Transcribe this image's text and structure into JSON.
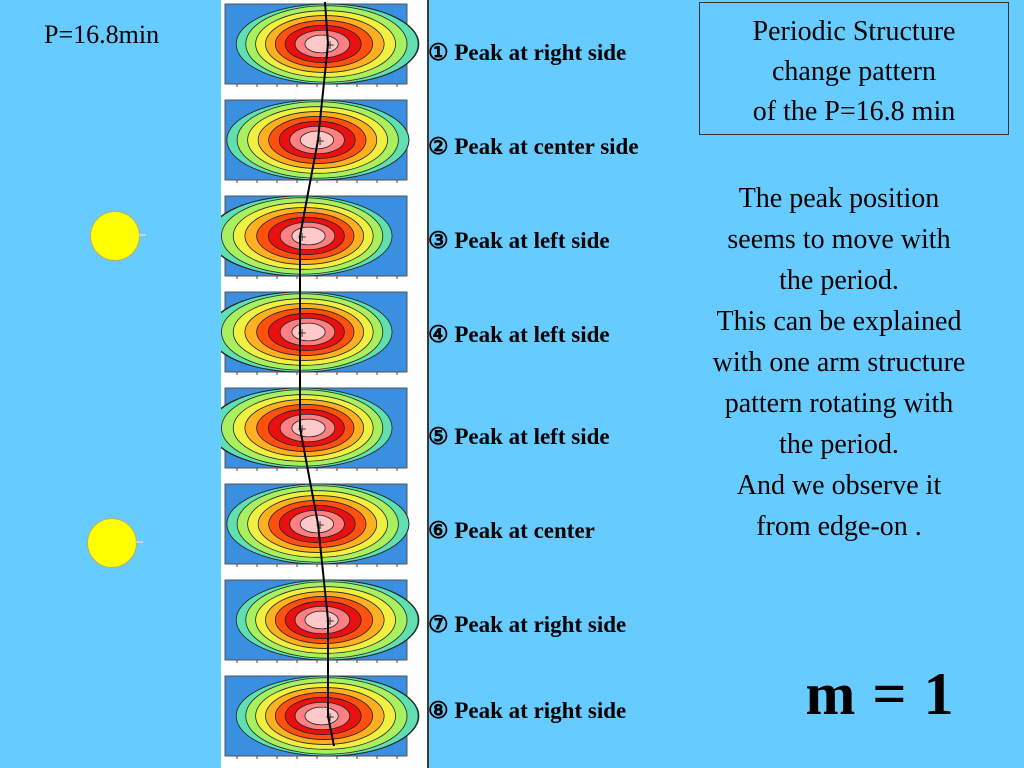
{
  "period_label": "P=16.8min",
  "title_box": {
    "lines": [
      "Periodic Structure",
      "change pattern",
      "of the P=16.8 min"
    ]
  },
  "peaks": [
    {
      "num": "①",
      "text": "Peak at right side",
      "position": "right"
    },
    {
      "num": "②",
      "text": "Peak at center side",
      "position": "center"
    },
    {
      "num": "③",
      "text": "Peak at left side",
      "position": "left"
    },
    {
      "num": "④",
      "text": "Peak at left side",
      "position": "left"
    },
    {
      "num": "⑤",
      "text": "Peak at left side",
      "position": "left"
    },
    {
      "num": "⑥",
      "text": "Peak at center",
      "position": "center"
    },
    {
      "num": "⑦",
      "text": "Peak at right side",
      "position": "right"
    },
    {
      "num": "⑧",
      "text": "Peak at right  side",
      "position": "right"
    }
  ],
  "explanation": [
    "The peak position",
    "seems to move with",
    "the period.",
    "This can be explained",
    "with one arm structure",
    "pattern rotating with",
    "the period.",
    "And we observe it",
    "from edge-on ."
  ],
  "mode": "m = 1",
  "colors": {
    "background": "#66ccff",
    "sun": "#ffff00",
    "contour_levels": [
      "#3a8fe0",
      "#40c8e8",
      "#60e0b0",
      "#a8f060",
      "#f0f040",
      "#ffb020",
      "#ff5010",
      "#e81010",
      "#ff8080",
      "#ffc8c8"
    ]
  }
}
